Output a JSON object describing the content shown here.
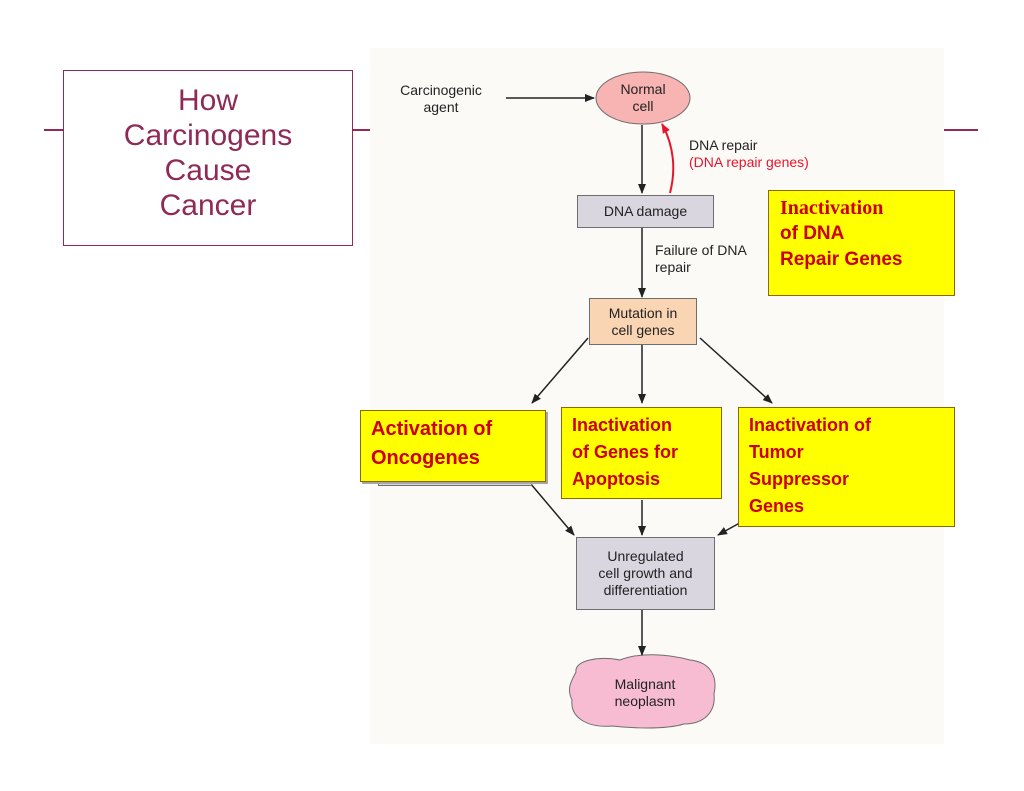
{
  "slide": {
    "title_lines": [
      "How",
      "Carcinogens",
      "Cause",
      "Cancer"
    ]
  },
  "diagram": {
    "carcinogenic_agent": [
      "Carcinogenic",
      "agent"
    ],
    "normal_cell": [
      "Normal",
      "cell"
    ],
    "dna_repair": "DNA repair",
    "dna_repair_genes": "(DNA repair genes)",
    "dna_damage": "DNA damage",
    "failure_of_dna_repair": [
      "Failure of DNA",
      "repair"
    ],
    "mutation_in_cell_genes": [
      "Mutation in",
      "cell genes"
    ],
    "unregulated_growth": [
      "Unregulated",
      "cell growth and",
      "differentiation"
    ],
    "malignant_neoplasm": [
      "Malignant",
      "neoplasm"
    ]
  },
  "callouts": {
    "inactivation_dna_repair": [
      "Inactivation",
      "of DNA",
      "Repair Genes"
    ],
    "activation_oncogenes": [
      "Activation of",
      "Oncogenes"
    ],
    "inactivation_apoptosis": [
      "Inactivation",
      "of Genes for",
      "Apoptosis"
    ],
    "inactivation_tumor_suppressor": [
      "Inactivation of",
      "Tumor",
      "Suppressor",
      "Genes"
    ]
  },
  "colors": {
    "title": "#8e2a55",
    "callout_fill": "#ffff00",
    "callout_text": "#cc0000",
    "repair_arrow": "#e8142c"
  }
}
